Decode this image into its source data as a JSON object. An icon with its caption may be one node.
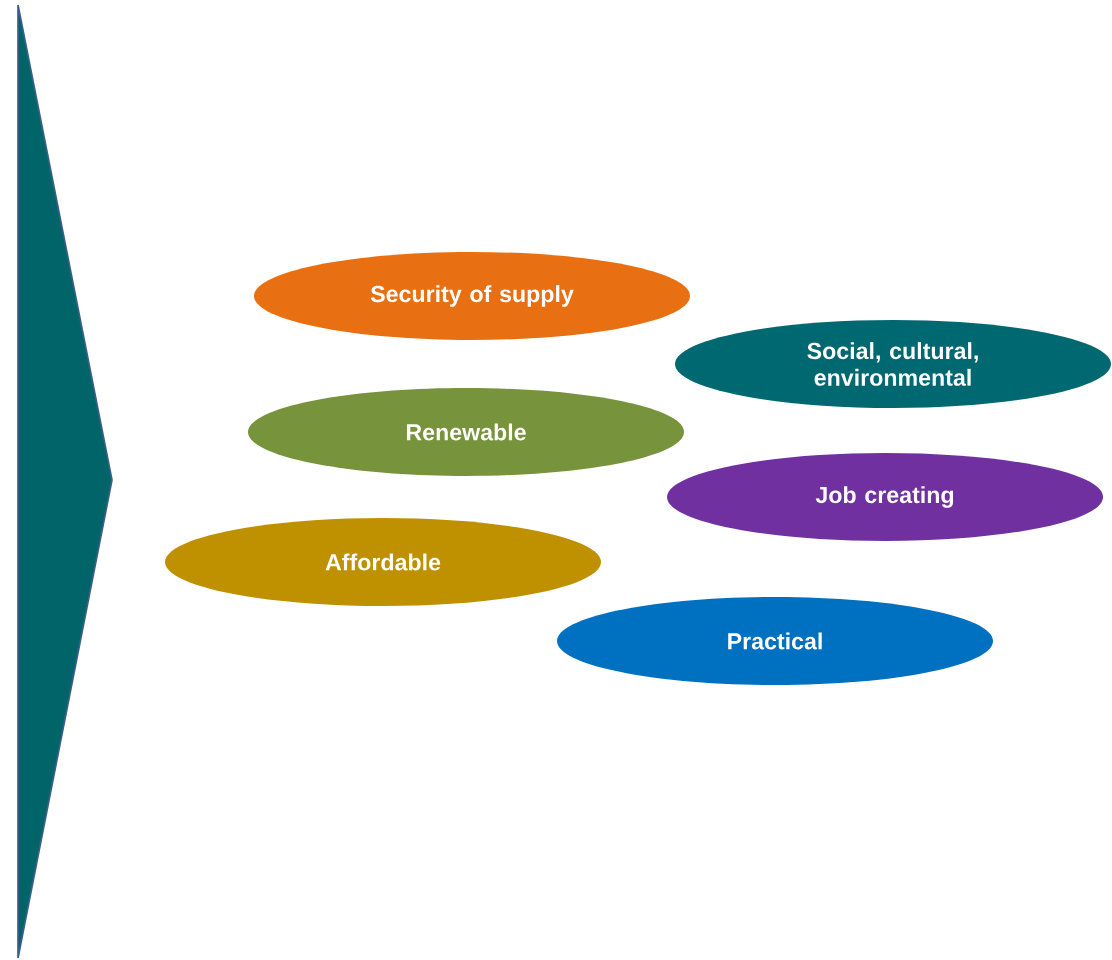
{
  "diagram": {
    "nodes": [
      {
        "text": [],
        "shape": "triangle"
      },
      {
        "text": [
          "Security of supply"
        ]
      },
      {
        "text": [
          "Social, cultural, environmental"
        ]
      },
      {
        "text": [
          "Renewable"
        ]
      },
      {
        "text": [
          "Job creating"
        ]
      },
      {
        "text": [
          "Affordable"
        ]
      },
      {
        "text": [
          "Practical"
        ]
      }
    ]
  }
}
